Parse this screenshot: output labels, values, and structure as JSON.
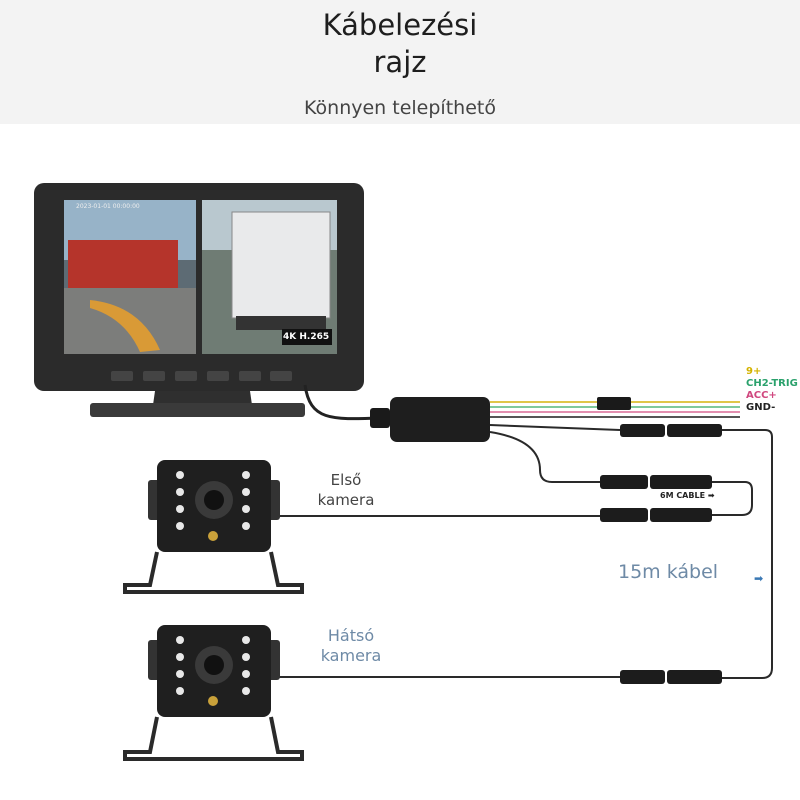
{
  "header": {
    "title_line1": "Kábelezési",
    "title_line2": "rajz",
    "subtitle": "Könnyen telepíthető"
  },
  "wires": {
    "w1": "9+",
    "w2": "CH2-TRIG",
    "w3": "ACC+",
    "w4": "GND-"
  },
  "labels": {
    "front_camera": "Első\nkamera",
    "rear_camera": "Hátsó\nkamera",
    "cable_length": "15m kábel",
    "six_m_cable": "6M CABLE",
    "arrow": "➡"
  },
  "screen": {
    "timestamp": "2023-01-01 00:00:00",
    "badge": "4K H.265"
  },
  "colors": {
    "wire_yellow": "#d4b300",
    "wire_green": "#2aa16c",
    "wire_pink": "#d0487f",
    "wire_black": "#222222",
    "accent_blue": "#6e8aa6"
  }
}
